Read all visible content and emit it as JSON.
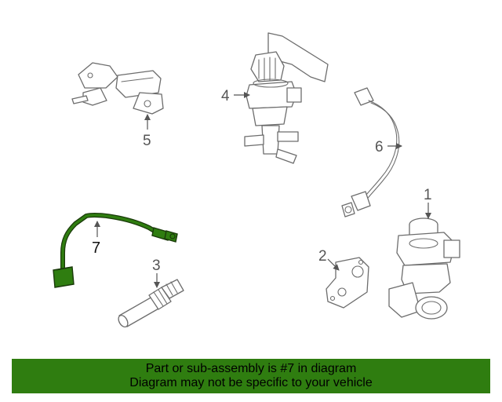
{
  "callouts": {
    "c1": "1",
    "c2": "2",
    "c3": "3",
    "c4": "4",
    "c5": "5",
    "c6": "6",
    "c7": "7"
  },
  "highlight_color": "#2f7d10",
  "banner": {
    "line1": "Part or sub-assembly is #7 in diagram",
    "line2": "Diagram may not be specific to your vehicle"
  }
}
